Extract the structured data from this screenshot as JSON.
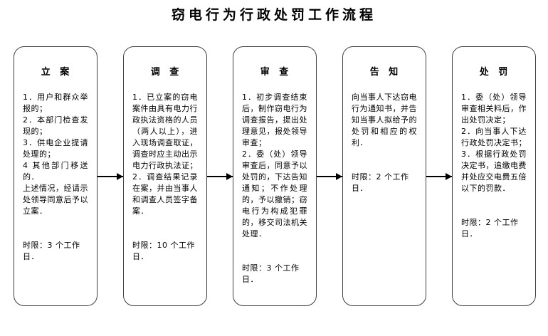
{
  "title": "窃电行为行政处罚工作流程",
  "colors": {
    "background": "#ffffff",
    "text": "#000000",
    "box_border": "#404040",
    "arrow": "#000000"
  },
  "flow": {
    "steps": [
      {
        "header": "立 案",
        "paragraphs": [
          "1．用户和群众举报的；",
          "2．本部门检查发现的；",
          "3．供电企业提请处理的；",
          "4 其他部门移送的．",
          "上述情况，经请示处领导同意后予以立案．"
        ],
        "time_limit": "时限：3 个工作日．"
      },
      {
        "header": "调 查",
        "paragraphs": [
          "1．已立案的窃电案件由具有电力行政执法资格的人员（两人以上），进入现场调查取证，调查时应主动出示电力行政执法证；",
          "2．调查结果记录在案，并由当事人和调查人员签字备案．"
        ],
        "time_limit": "时限：10 个工作日．"
      },
      {
        "header": "审 查",
        "paragraphs": [
          "1．初步调查结束后，制作窃电行为调查报告，提出处理意见，报处领导审查；",
          "2．委（处）领导审查后，同意予以处罚的，下达告知通知；不作处理的，予以撤销；窃电行为构成犯罪的，移交司法机关处理．"
        ],
        "time_limit": "时限：3 个工作日．"
      },
      {
        "header": "告 知",
        "paragraphs": [
          "向当事人下达窃电行为通知书，并告知当事人拟给予的处罚和相应的权利．"
        ],
        "time_limit": "时限：2 个工作日．"
      },
      {
        "header": "处 罚",
        "paragraphs": [
          "1．委（处）领导审查相关料后，作出处罚决定；",
          "2．向当事人下达行政处罚决定书；",
          "3．根据行政处罚决定书，追缴电费并处应交电费五倍以下的罚款．"
        ],
        "time_limit": "时限：2 个工作日．"
      }
    ]
  }
}
